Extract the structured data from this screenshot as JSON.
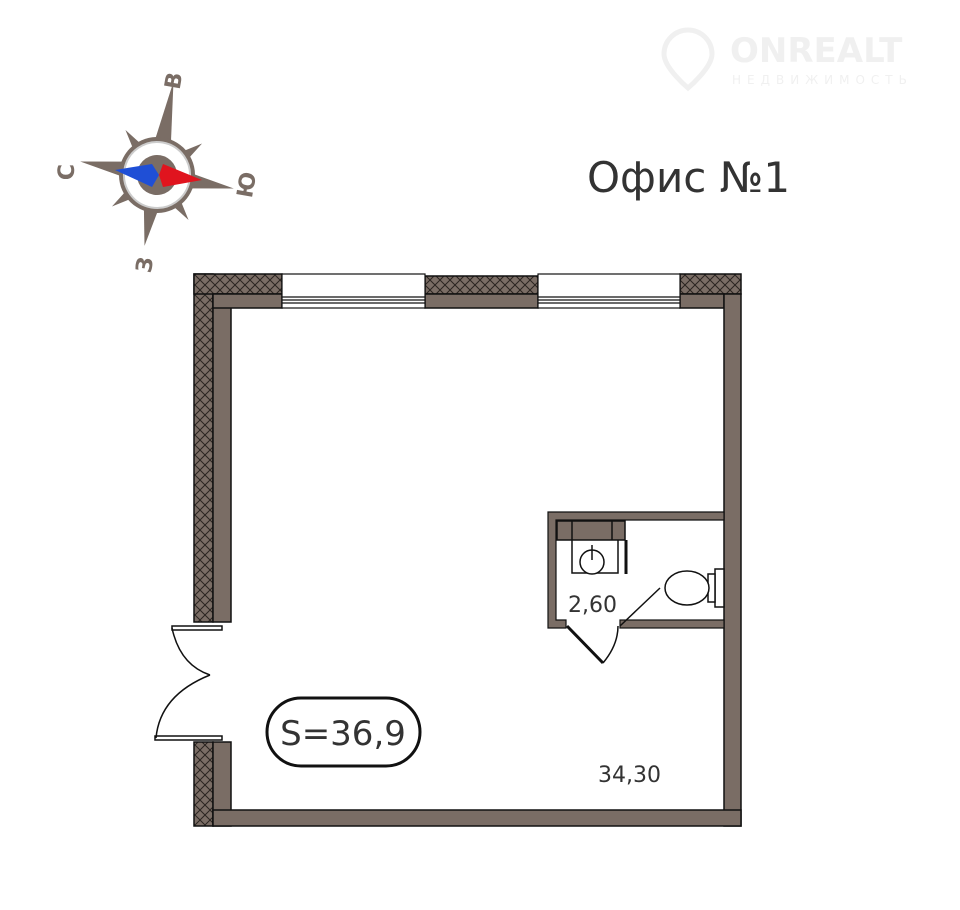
{
  "title": "Офис №1",
  "logo": {
    "name": "ONREALT",
    "subtitle": "НЕДВИЖИМОСТЬ"
  },
  "compass": {
    "north": "С",
    "east": "В",
    "south": "Ю",
    "west": "З"
  },
  "area_total": "S=36,9",
  "rooms": [
    {
      "name": "bathroom",
      "area": "2,60"
    },
    {
      "name": "office",
      "area": "34,30"
    }
  ],
  "colors": {
    "wall": "#7a6d65",
    "needle_blue": "#1f4fd6",
    "needle_red": "#e0141e",
    "text": "#333333"
  }
}
